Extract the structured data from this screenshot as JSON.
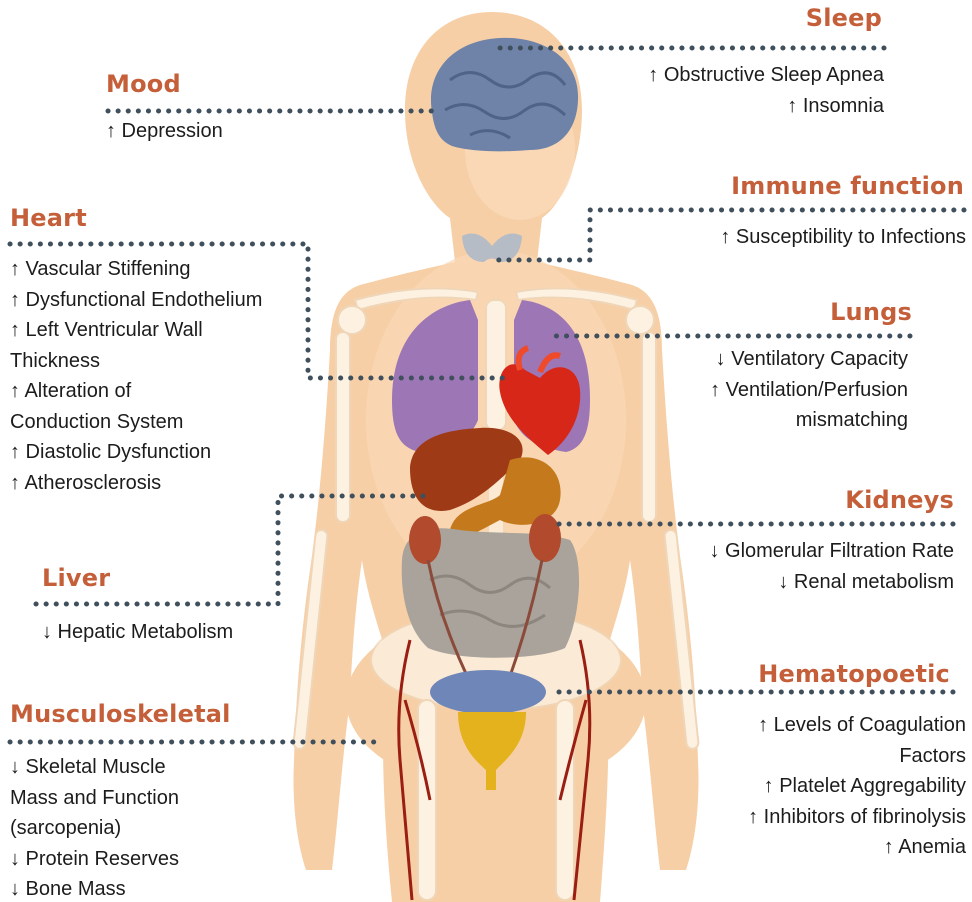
{
  "colors": {
    "title": "#c45f3a",
    "text": "#1c1c1c",
    "connector": "#3f4f5c",
    "skin": "#f7cfa6",
    "skin_light": "#fde6cc",
    "bone": "#fdf2e2",
    "brain": "#6f83a8",
    "lung": "#9d76b6",
    "heart": "#d62718",
    "liver": "#9e3a16",
    "stomach": "#c47a1c",
    "kidney": "#b24a2e",
    "intestine": "#a9a39b",
    "bladder": "#6e86b8",
    "uterus": "#e3b21d",
    "vessel": "#9a1e12"
  },
  "sections": {
    "mood": {
      "title": "Mood",
      "items": [
        "↑ Depression"
      ]
    },
    "sleep": {
      "title": "Sleep",
      "items": [
        "↑ Obstructive Sleep Apnea",
        "↑ Insomnia"
      ]
    },
    "heart": {
      "title": "Heart",
      "items": [
        "↑ Vascular Stiffening",
        "↑ Dysfunctional Endothelium",
        "↑ Left Ventricular Wall",
        "Thickness",
        "↑ Alteration of",
        "Conduction System",
        "↑ Diastolic Dysfunction",
        "↑ Atherosclerosis"
      ]
    },
    "immune": {
      "title": "Immune function",
      "items": [
        "↑ Susceptibility to Infections"
      ]
    },
    "lungs": {
      "title": "Lungs",
      "items": [
        "↓ Ventilatory Capacity",
        "↑ Ventilation/Perfusion",
        "mismatching"
      ]
    },
    "kidneys": {
      "title": "Kidneys",
      "items": [
        "↓ Glomerular Filtration Rate",
        "↓ Renal metabolism"
      ]
    },
    "liver": {
      "title": "Liver",
      "items": [
        "↓ Hepatic Metabolism"
      ]
    },
    "hematopoetic": {
      "title": "Hematopoetic",
      "items": [
        "↑ Levels of Coagulation",
        "Factors",
        "↑ Platelet Aggregability",
        "↑ Inhibitors of fibrinolysis",
        "↑ Anemia"
      ]
    },
    "musculoskeletal": {
      "title": "Musculoskeletal",
      "items": [
        "↓ Skeletal Muscle",
        "Mass and Function",
        "(sarcopenia)",
        "↓ Protein Reserves",
        "↓ Bone Mass"
      ]
    }
  }
}
